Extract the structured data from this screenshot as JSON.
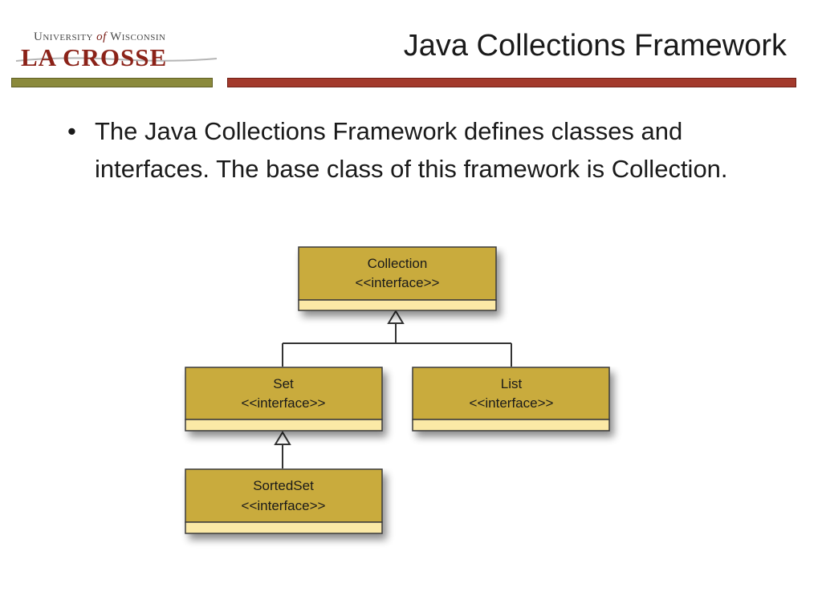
{
  "header": {
    "logo_line1_prefix": "University",
    "logo_line1_of": "of",
    "logo_line1_suffix": "Wisconsin",
    "logo_line2": "LA CROSSE",
    "title": "Java Collections Framework"
  },
  "content": {
    "bullet_symbol": "•",
    "bullet_text": "The Java Collections Framework defines classes and interfaces.  The base class of this framework is Collection."
  },
  "diagram": {
    "nodes": [
      {
        "id": "collection",
        "name": "Collection",
        "stereotype": "<<interface>>"
      },
      {
        "id": "set",
        "name": "Set",
        "stereotype": "<<interface>>"
      },
      {
        "id": "list",
        "name": "List",
        "stereotype": "<<interface>>"
      },
      {
        "id": "sortedset",
        "name": "SortedSet",
        "stereotype": "<<interface>>"
      }
    ],
    "edges": [
      {
        "from": "set",
        "to": "collection"
      },
      {
        "from": "list",
        "to": "collection"
      },
      {
        "from": "sortedset",
        "to": "set"
      }
    ],
    "colors": {
      "box_fill": "#c9ab3e",
      "box_footer": "#fbe9a6",
      "box_border": "#3a3a3a",
      "line": "#333333"
    }
  }
}
